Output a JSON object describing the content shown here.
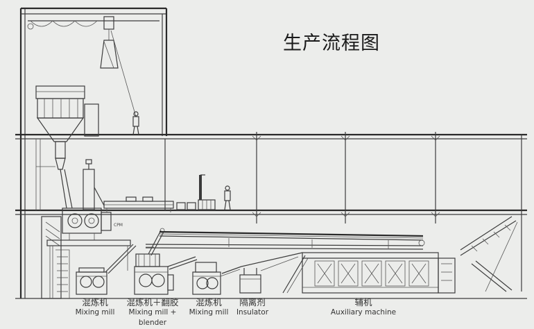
{
  "title": "生产流程图",
  "captions": [
    {
      "zh": "混炼机",
      "en": "Mixing mill"
    },
    {
      "zh": "混炼机＋翻胶",
      "en": "Mixing mill + blender"
    },
    {
      "zh": "混炼机",
      "en": "Mixing mill"
    },
    {
      "zh": "隔离剂",
      "en": "Insulator"
    },
    {
      "zh": "辅机",
      "en": "Auxiliary machine"
    }
  ]
}
